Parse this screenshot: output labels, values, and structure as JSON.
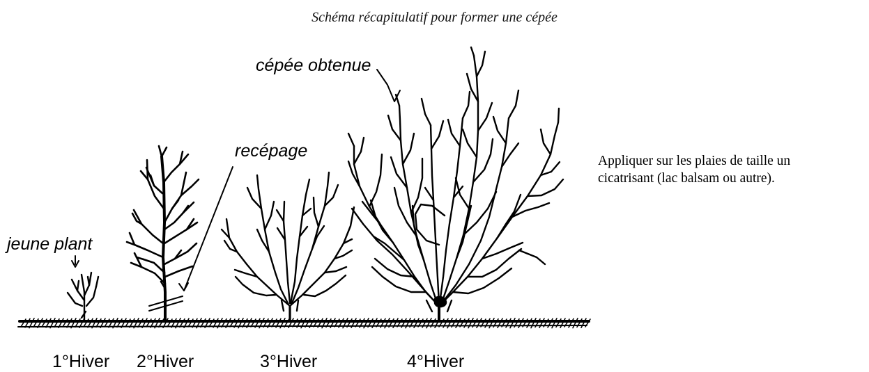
{
  "title": "Schéma récapitulatif pour former une cépée",
  "side_note": {
    "line1": "Appliquer sur les plaies de taille un",
    "line2": "cicatrisant (lac balsam ou autre)."
  },
  "annotations": {
    "young_plant": "jeune plant",
    "coppicing": "recépage",
    "result": "cépée obtenue"
  },
  "stages": [
    "1°Hiver",
    "2°Hiver",
    "3°Hiver",
    "4°Hiver"
  ]
}
